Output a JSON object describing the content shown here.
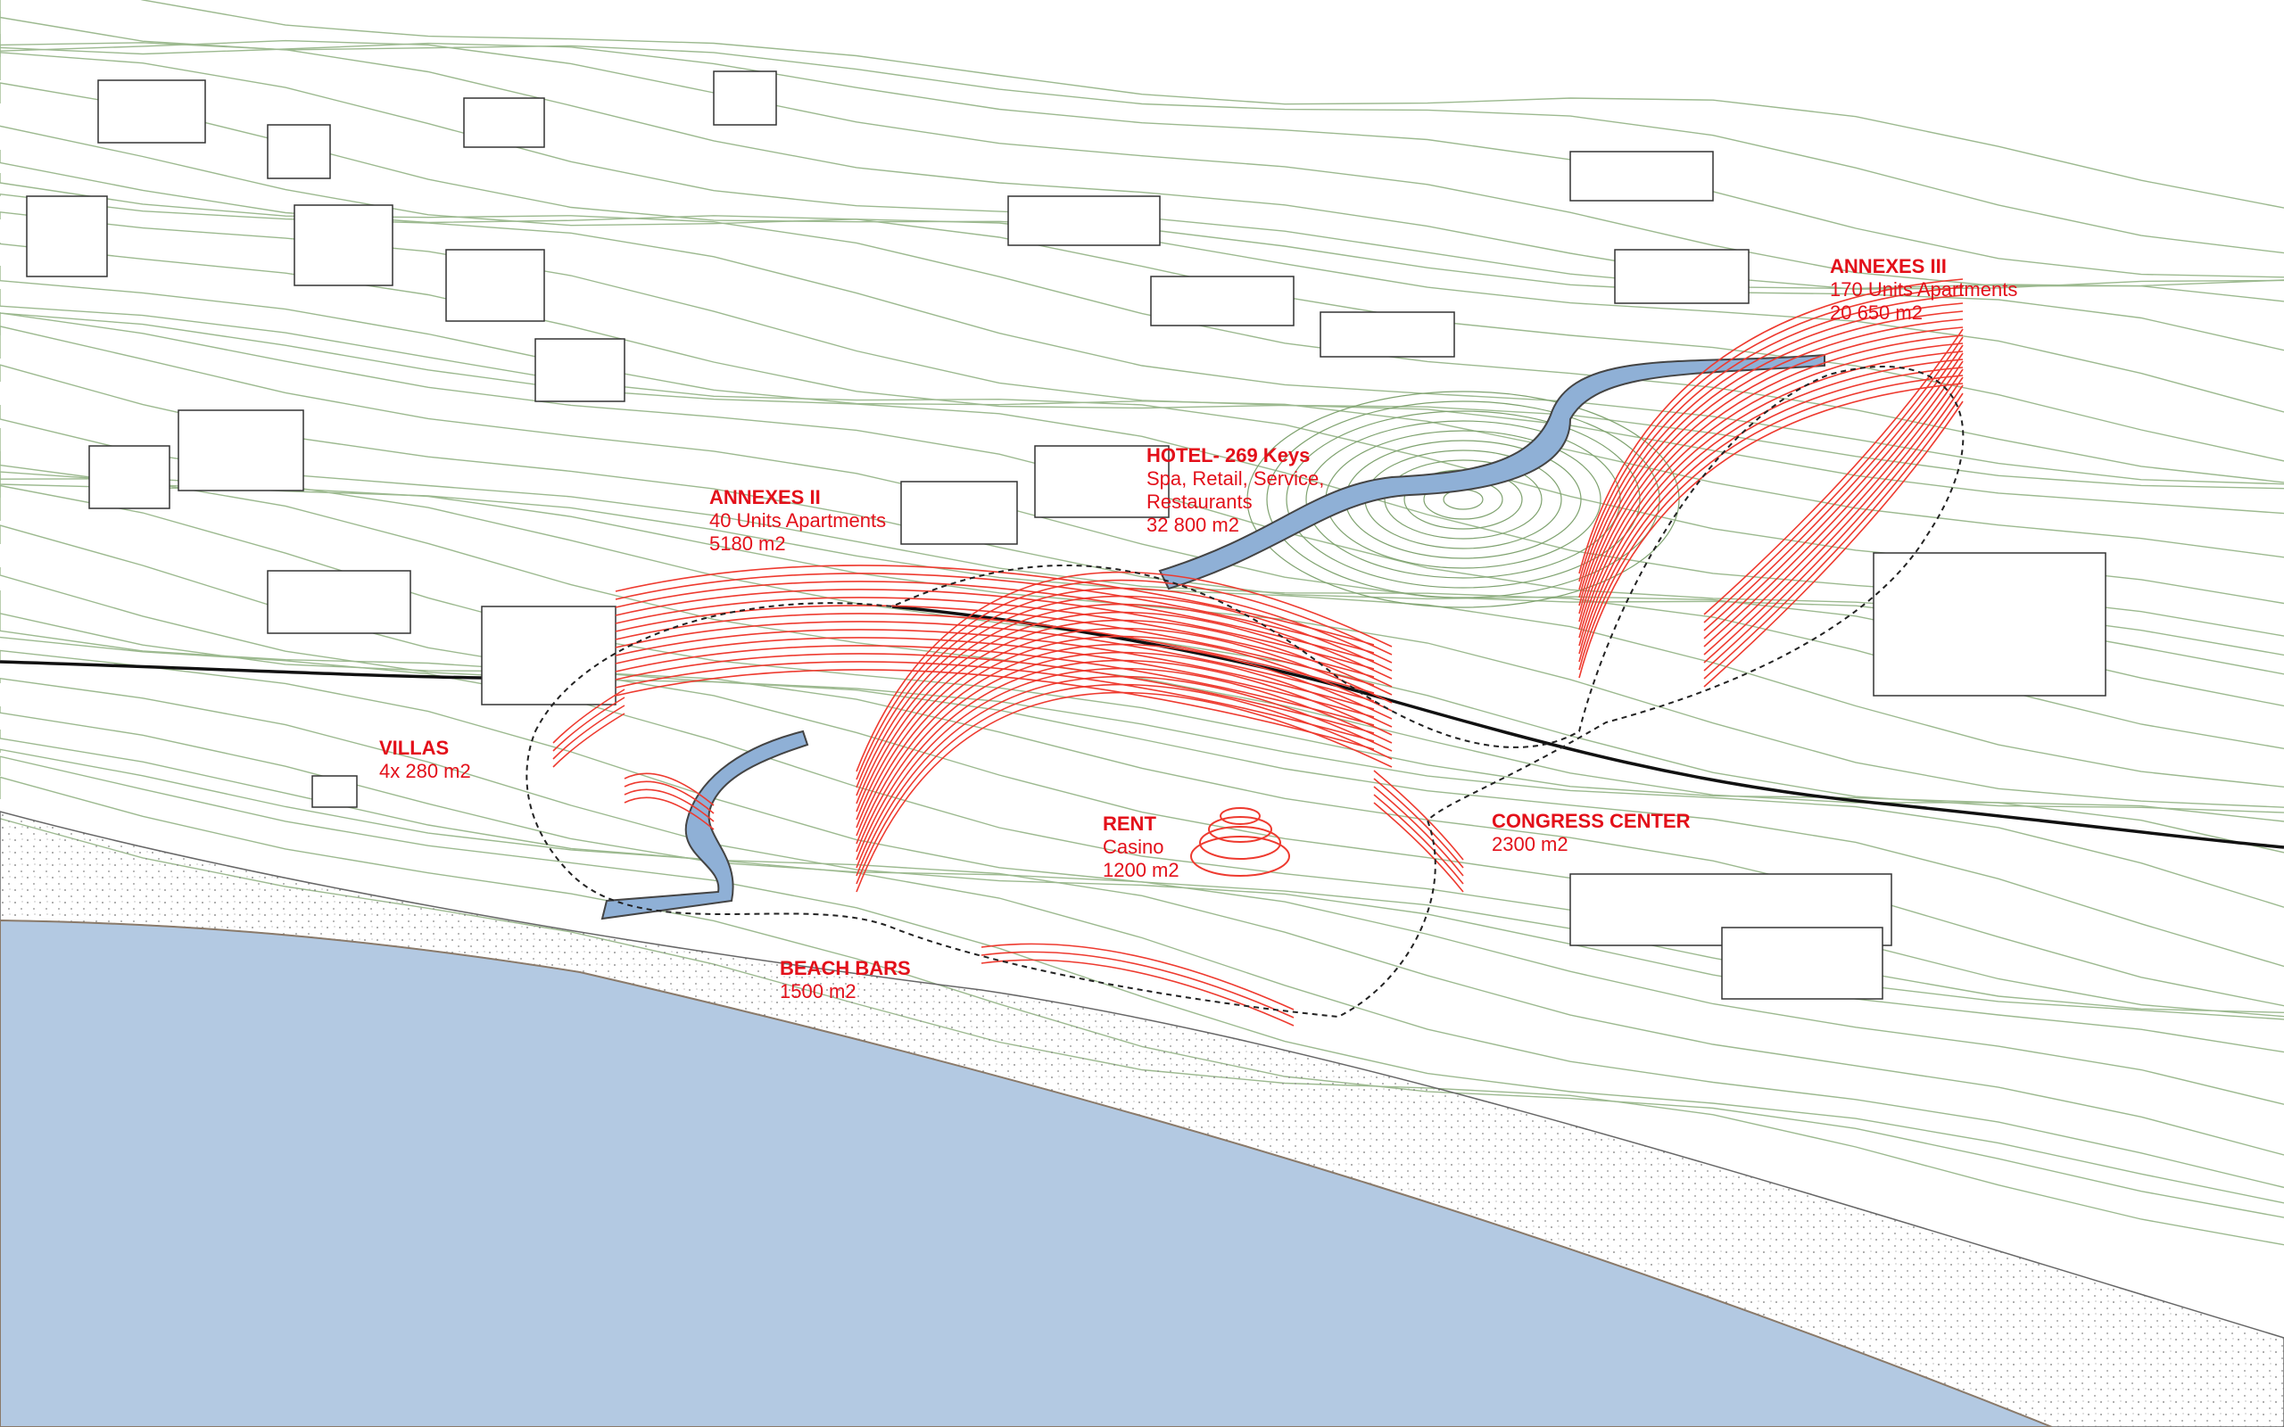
{
  "colors": {
    "label_red": "#e3101a",
    "sea": "#b3c9e2",
    "river": "#8fb0d6",
    "contour": "#9cb98f",
    "building_red": "#ee3a2f"
  },
  "labels": [
    {
      "id": "annexes-iii",
      "title": "ANNEXES III",
      "lines": [
        "170 Units Apartments",
        "20 650 m2"
      ]
    },
    {
      "id": "hotel",
      "title": "HOTEL- 269 Keys",
      "lines": [
        "Spa, Retail, Service,",
        "Restaurants",
        "32 800 m2"
      ]
    },
    {
      "id": "annexes-ii",
      "title": "ANNEXES II",
      "lines": [
        "40 Units Apartments",
        "5180 m2"
      ]
    },
    {
      "id": "villas",
      "title": "VILLAS",
      "lines": [
        "4x 280 m2"
      ]
    },
    {
      "id": "rent",
      "title": "RENT",
      "lines": [
        "Casino",
        "1200 m2"
      ]
    },
    {
      "id": "congress-center",
      "title": "CONGRESS CENTER",
      "lines": [
        "2300 m2"
      ]
    },
    {
      "id": "beach-bars",
      "title": "BEACH BARS",
      "lines": [
        "1500 m2"
      ]
    }
  ]
}
